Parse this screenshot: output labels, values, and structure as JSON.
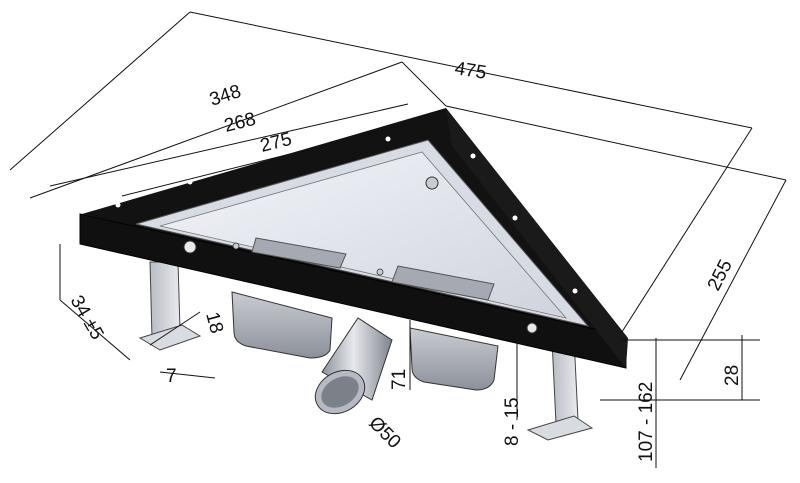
{
  "dimensions": {
    "d475": "475",
    "d348": "348",
    "d268": "268",
    "d275": "275",
    "d255": "255",
    "d34": "34 ±5",
    "d18": "18",
    "d7": "7",
    "d71": "71",
    "d8_15": "8 - 15",
    "d50": "Ø50",
    "d107_162": "107 - 162",
    "d28": "28"
  },
  "colors": {
    "frame": "#121212",
    "steel_light": "#e4e7ef",
    "steel_mid": "#b9bdc6",
    "steel_dark": "#8a8f98",
    "line": "#111111"
  }
}
